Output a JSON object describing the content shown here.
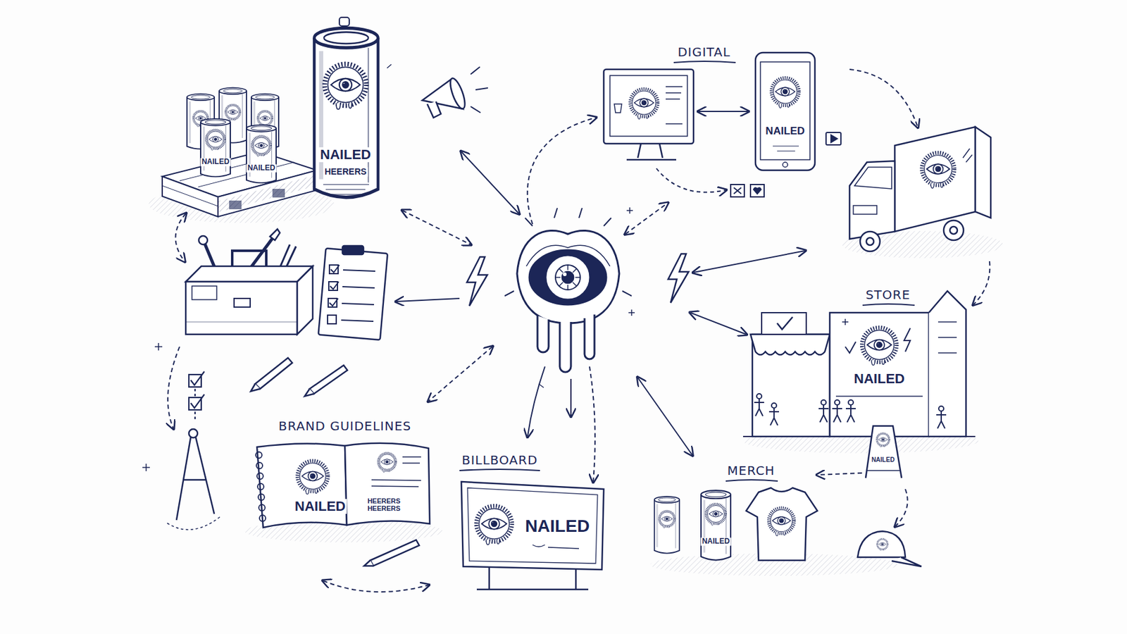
{
  "diagram": {
    "labels": [
      "NAILED",
      "NAILED",
      "NAILED",
      "HEERERS",
      "DIGITAL",
      "NAILED",
      "STORE",
      "NAILED",
      "NAILED",
      "BRAND GUIDELINES",
      "NAILED",
      "HEERERS HEERERS",
      "BILLBOARD",
      "NAILED",
      "MERCH",
      "NAILED"
    ]
  }
}
